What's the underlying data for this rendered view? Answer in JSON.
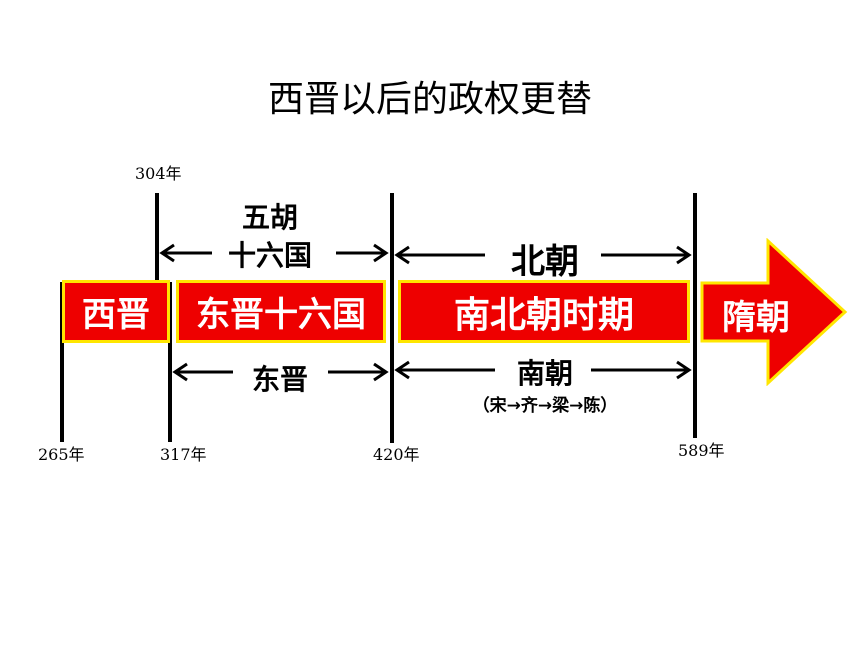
{
  "title": "西晋以后的政权更替",
  "years": {
    "y304": "304年",
    "y265": "265年",
    "y317": "317年",
    "y420": "420年",
    "y589": "589年"
  },
  "periods": {
    "xijin": "西晋",
    "dongjin_16": "东晋十六国",
    "nanbeichao": "南北朝时期",
    "sui": "隋朝"
  },
  "spans": {
    "wuhu_line1": "五胡",
    "wuhu_line2": "十六国",
    "beichao": "北朝",
    "dongjin": "东晋",
    "nanchao": "南朝",
    "nanchao_sub": "（宋→齐→梁→陈）"
  },
  "colors": {
    "box_fill": "#ee0000",
    "box_border": "#ffe600",
    "text_white": "#ffffff"
  }
}
